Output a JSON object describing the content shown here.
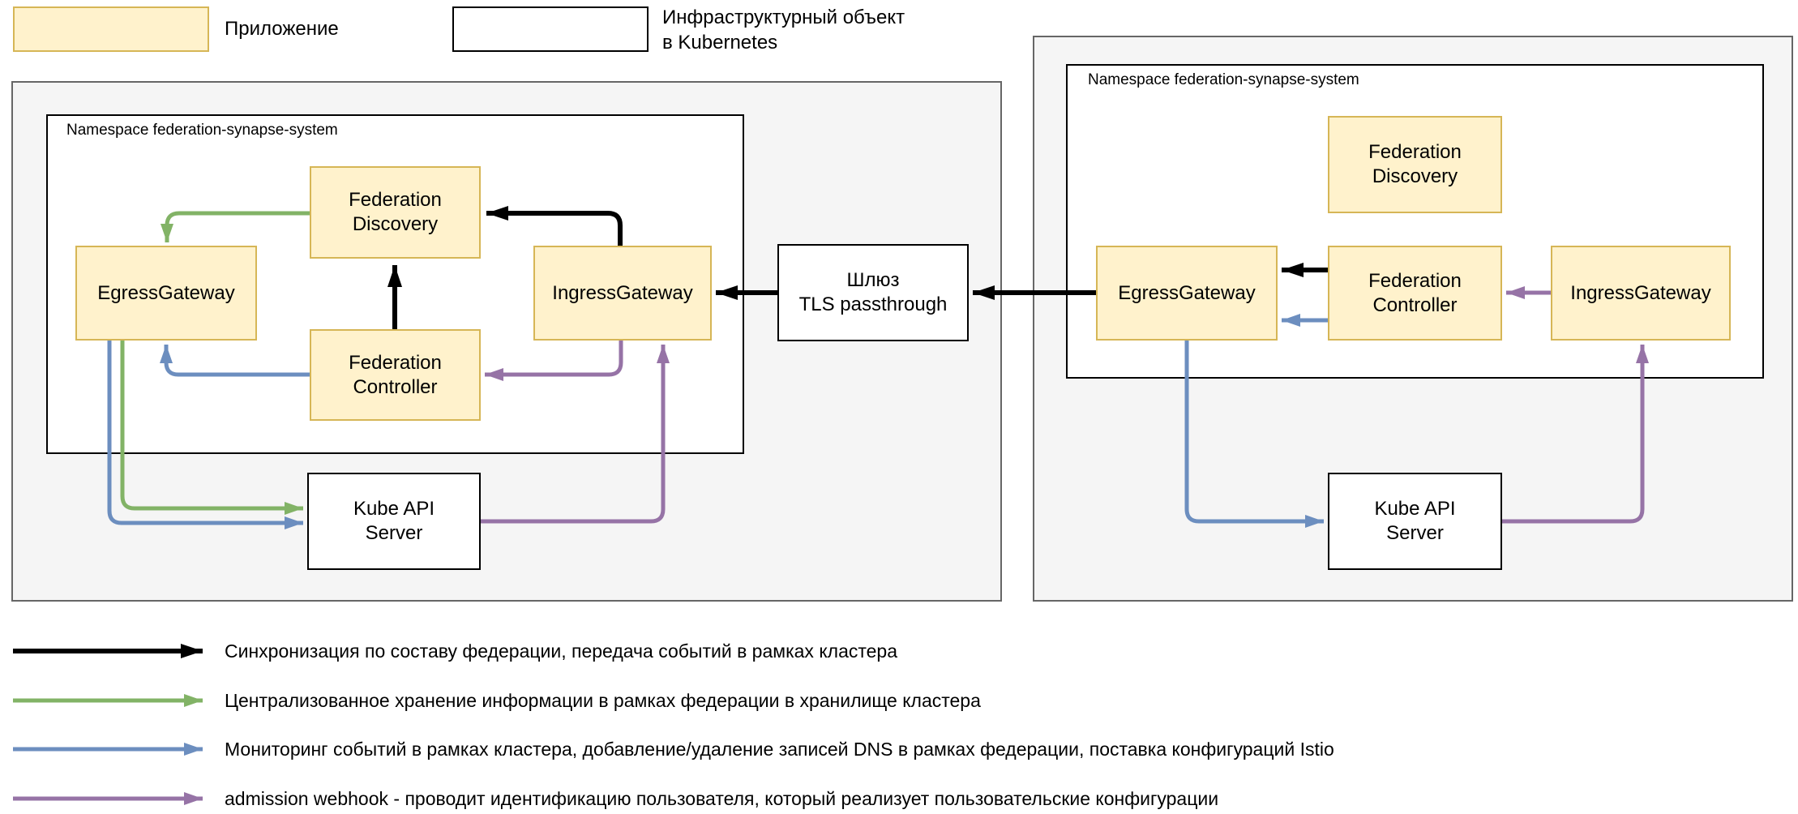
{
  "colors": {
    "app_fill": "#FFF2CC",
    "app_border": "#D6B656",
    "infra_fill": "#FFFFFF",
    "infra_border": "#000000",
    "cluster_fill": "#F5F5F5",
    "cluster_border": "#666666",
    "arrow_black": "#000000",
    "arrow_green": "#82B366",
    "arrow_blue": "#6C8EBF",
    "arrow_purple": "#9673A6"
  },
  "top_legend": {
    "app_label": "Приложение",
    "infra_label_line1": "Инфраструктурный объект",
    "infra_label_line2": "в Kubernetes"
  },
  "clusters": {
    "left": {
      "namespace_label": "Namespace federation-synapse-system",
      "nodes": {
        "federation_discovery": "Federation Discovery",
        "egress_gateway": "EgressGateway",
        "ingress_gateway": "IngressGateway",
        "federation_controller": "Federation Controller",
        "kube_api_server": "Kube API Server"
      }
    },
    "right": {
      "namespace_label": "Namespace federation-synapse-system",
      "nodes": {
        "federation_discovery": "Federation Discovery",
        "egress_gateway": "EgressGateway",
        "ingress_gateway": "IngressGateway",
        "federation_controller": "Federation Controller",
        "kube_api_server": "Kube API Server"
      }
    }
  },
  "gateway": {
    "line1": "Шлюз",
    "line2": "TLS passthrough"
  },
  "flow_legend": [
    {
      "color": "#000000",
      "label": "Синхронизация по составу федерации, передача событий в рамках кластера"
    },
    {
      "color": "#82B366",
      "label": "Централизованное хранение информации в рамках федерации в хранилище кластера"
    },
    {
      "color": "#6C8EBF",
      "label": "Мониторинг событий в рамках кластера, добавление/удаление записей DNS в рамках федерации, поставка конфигураций Istio"
    },
    {
      "color": "#9673A6",
      "label": "admission webhook - проводит идентификацию пользователя, который реализует пользовательские конфигурации"
    }
  ]
}
